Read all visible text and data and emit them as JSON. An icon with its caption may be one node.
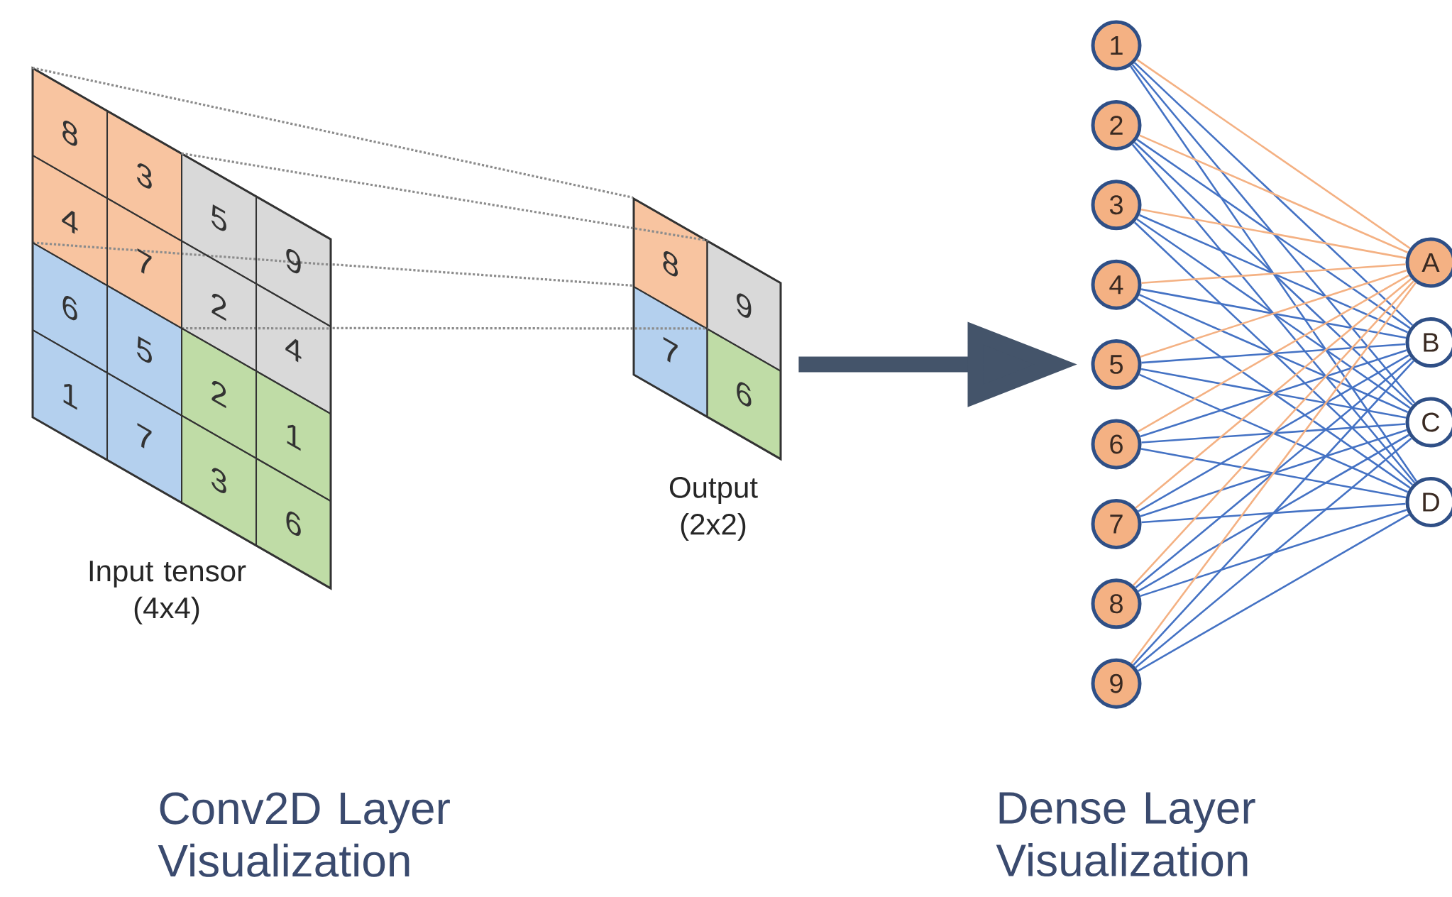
{
  "diagram": {
    "nodes": [
      {
        "text": [
          "Input tensor (4x4)"
        ]
      },
      {
        "text": [
          "8"
        ],
        "in": 0
      },
      {
        "text": [
          "3"
        ],
        "in": 0
      },
      {
        "text": [
          "5"
        ],
        "in": 0
      },
      {
        "text": [
          "9"
        ],
        "in": 0
      },
      {
        "text": [
          "4"
        ],
        "in": 0
      },
      {
        "text": [
          "7"
        ],
        "in": 0
      },
      {
        "text": [
          "2"
        ],
        "in": 0
      },
      {
        "text": [
          "4"
        ],
        "in": 0
      },
      {
        "text": [
          "6"
        ],
        "in": 0
      },
      {
        "text": [
          "5"
        ],
        "in": 0
      },
      {
        "text": [
          "2"
        ],
        "in": 0
      },
      {
        "text": [
          "1"
        ],
        "in": 0
      },
      {
        "text": [
          "1"
        ],
        "in": 0
      },
      {
        "text": [
          "7"
        ],
        "in": 0
      },
      {
        "text": [
          "3"
        ],
        "in": 0
      },
      {
        "text": [
          "6"
        ],
        "in": 0
      },
      {
        "text": [
          "Output (2x2)"
        ]
      },
      {
        "text": [
          "8"
        ],
        "in": 17
      },
      {
        "text": [
          "9"
        ],
        "in": 17
      },
      {
        "text": [
          "7"
        ],
        "in": 17
      },
      {
        "text": [
          "6"
        ],
        "in": 17
      },
      {
        "text": [
          "1"
        ]
      },
      {
        "text": [
          "2"
        ]
      },
      {
        "text": [
          "3"
        ]
      },
      {
        "text": [
          "4"
        ]
      },
      {
        "text": [
          "5"
        ]
      },
      {
        "text": [
          "6"
        ]
      },
      {
        "text": [
          "7"
        ]
      },
      {
        "text": [
          "8"
        ]
      },
      {
        "text": [
          "9"
        ]
      },
      {
        "text": [
          "A"
        ]
      },
      {
        "text": [
          "B"
        ]
      },
      {
        "text": [
          "C"
        ]
      },
      {
        "text": [
          "D"
        ]
      }
    ],
    "edges": [
      {
        "from": 0,
        "to": 18,
        "arrow": "none",
        "style": "dashed",
        "color": "#8c8c8c"
      },
      {
        "from": 0,
        "to": 18,
        "arrow": "none",
        "style": "dashed",
        "color": "#8c8c8c"
      },
      {
        "from": 0,
        "to": 20,
        "arrow": "none",
        "style": "dashed",
        "color": "#8c8c8c"
      },
      {
        "from": 0,
        "to": 20,
        "arrow": "none",
        "style": "dashed",
        "color": "#8c8c8c"
      },
      {
        "from": 17,
        "to": 26,
        "arrow": "to",
        "style": "thick",
        "color": "#44546a"
      },
      {
        "from": 22,
        "to": 31,
        "arrow": "none",
        "color": "#f4b183"
      },
      {
        "from": 22,
        "to": 32,
        "arrow": "none"
      },
      {
        "from": 22,
        "to": 33,
        "arrow": "none"
      },
      {
        "from": 22,
        "to": 34,
        "arrow": "none"
      },
      {
        "from": 23,
        "to": 31,
        "arrow": "none",
        "color": "#f4b183"
      },
      {
        "from": 23,
        "to": 32,
        "arrow": "none"
      },
      {
        "from": 23,
        "to": 33,
        "arrow": "none"
      },
      {
        "from": 23,
        "to": 34,
        "arrow": "none"
      },
      {
        "from": 24,
        "to": 31,
        "arrow": "none",
        "color": "#f4b183"
      },
      {
        "from": 24,
        "to": 32,
        "arrow": "none"
      },
      {
        "from": 24,
        "to": 33,
        "arrow": "none"
      },
      {
        "from": 24,
        "to": 34,
        "arrow": "none"
      },
      {
        "from": 25,
        "to": 31,
        "arrow": "none",
        "color": "#f4b183"
      },
      {
        "from": 25,
        "to": 32,
        "arrow": "none"
      },
      {
        "from": 25,
        "to": 33,
        "arrow": "none"
      },
      {
        "from": 25,
        "to": 34,
        "arrow": "none"
      },
      {
        "from": 26,
        "to": 31,
        "arrow": "none",
        "color": "#f4b183"
      },
      {
        "from": 26,
        "to": 32,
        "arrow": "none"
      },
      {
        "from": 26,
        "to": 33,
        "arrow": "none"
      },
      {
        "from": 26,
        "to": 34,
        "arrow": "none"
      },
      {
        "from": 27,
        "to": 31,
        "arrow": "none",
        "color": "#f4b183"
      },
      {
        "from": 27,
        "to": 32,
        "arrow": "none"
      },
      {
        "from": 27,
        "to": 33,
        "arrow": "none"
      },
      {
        "from": 27,
        "to": 34,
        "arrow": "none"
      },
      {
        "from": 28,
        "to": 31,
        "arrow": "none",
        "color": "#f4b183"
      },
      {
        "from": 28,
        "to": 32,
        "arrow": "none"
      },
      {
        "from": 28,
        "to": 33,
        "arrow": "none"
      },
      {
        "from": 28,
        "to": 34,
        "arrow": "none"
      },
      {
        "from": 29,
        "to": 31,
        "arrow": "none",
        "color": "#f4b183"
      },
      {
        "from": 29,
        "to": 32,
        "arrow": "none"
      },
      {
        "from": 29,
        "to": 33,
        "arrow": "none"
      },
      {
        "from": 29,
        "to": 34,
        "arrow": "none"
      },
      {
        "from": 30,
        "to": 31,
        "arrow": "none",
        "color": "#f4b183"
      },
      {
        "from": 30,
        "to": 32,
        "arrow": "none"
      },
      {
        "from": 30,
        "to": 33,
        "arrow": "none"
      },
      {
        "from": 30,
        "to": 34,
        "arrow": "none"
      }
    ],
    "labels": [
      "Conv2D Layer Visualization",
      "Dense Layer Visualization"
    ]
  }
}
